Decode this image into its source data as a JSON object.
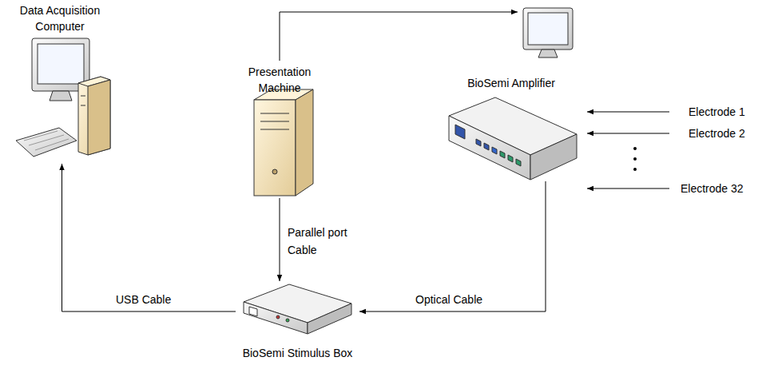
{
  "diagram": {
    "nodes": [
      {
        "text": [
          "Data Acquisition Computer"
        ]
      },
      {
        "text": [
          "Presentation Machine"
        ]
      },
      {
        "text": [
          "BioSemi Amplifier"
        ]
      },
      {
        "text": [
          "BioSemi Stimulus Box"
        ]
      }
    ],
    "edges": [
      {
        "from": 1,
        "to": 3,
        "arrow": "to",
        "label": "Parallel port Cable"
      },
      {
        "from": 2,
        "to": 3,
        "arrow": "to",
        "label": "Optical Cable"
      },
      {
        "from": 3,
        "to": 0,
        "arrow": "to",
        "label": "USB Cable"
      }
    ],
    "labels": [
      "Electrode 1",
      "Electrode 2",
      "Electrode 32"
    ]
  }
}
